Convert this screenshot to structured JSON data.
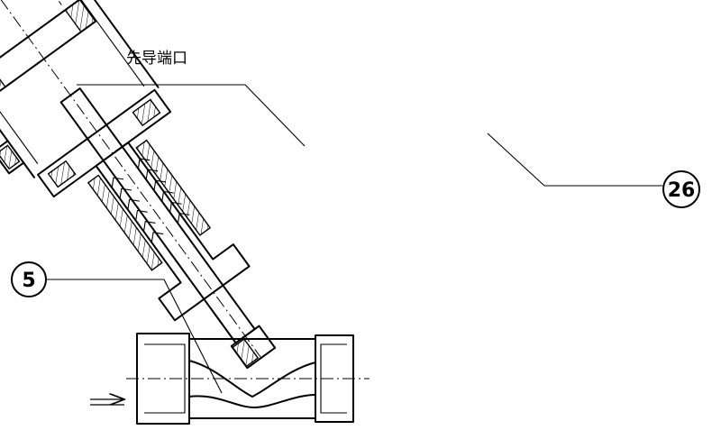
{
  "labels": {
    "pilot_port": "先导端口",
    "callout_left": "5",
    "callout_right": "26"
  }
}
